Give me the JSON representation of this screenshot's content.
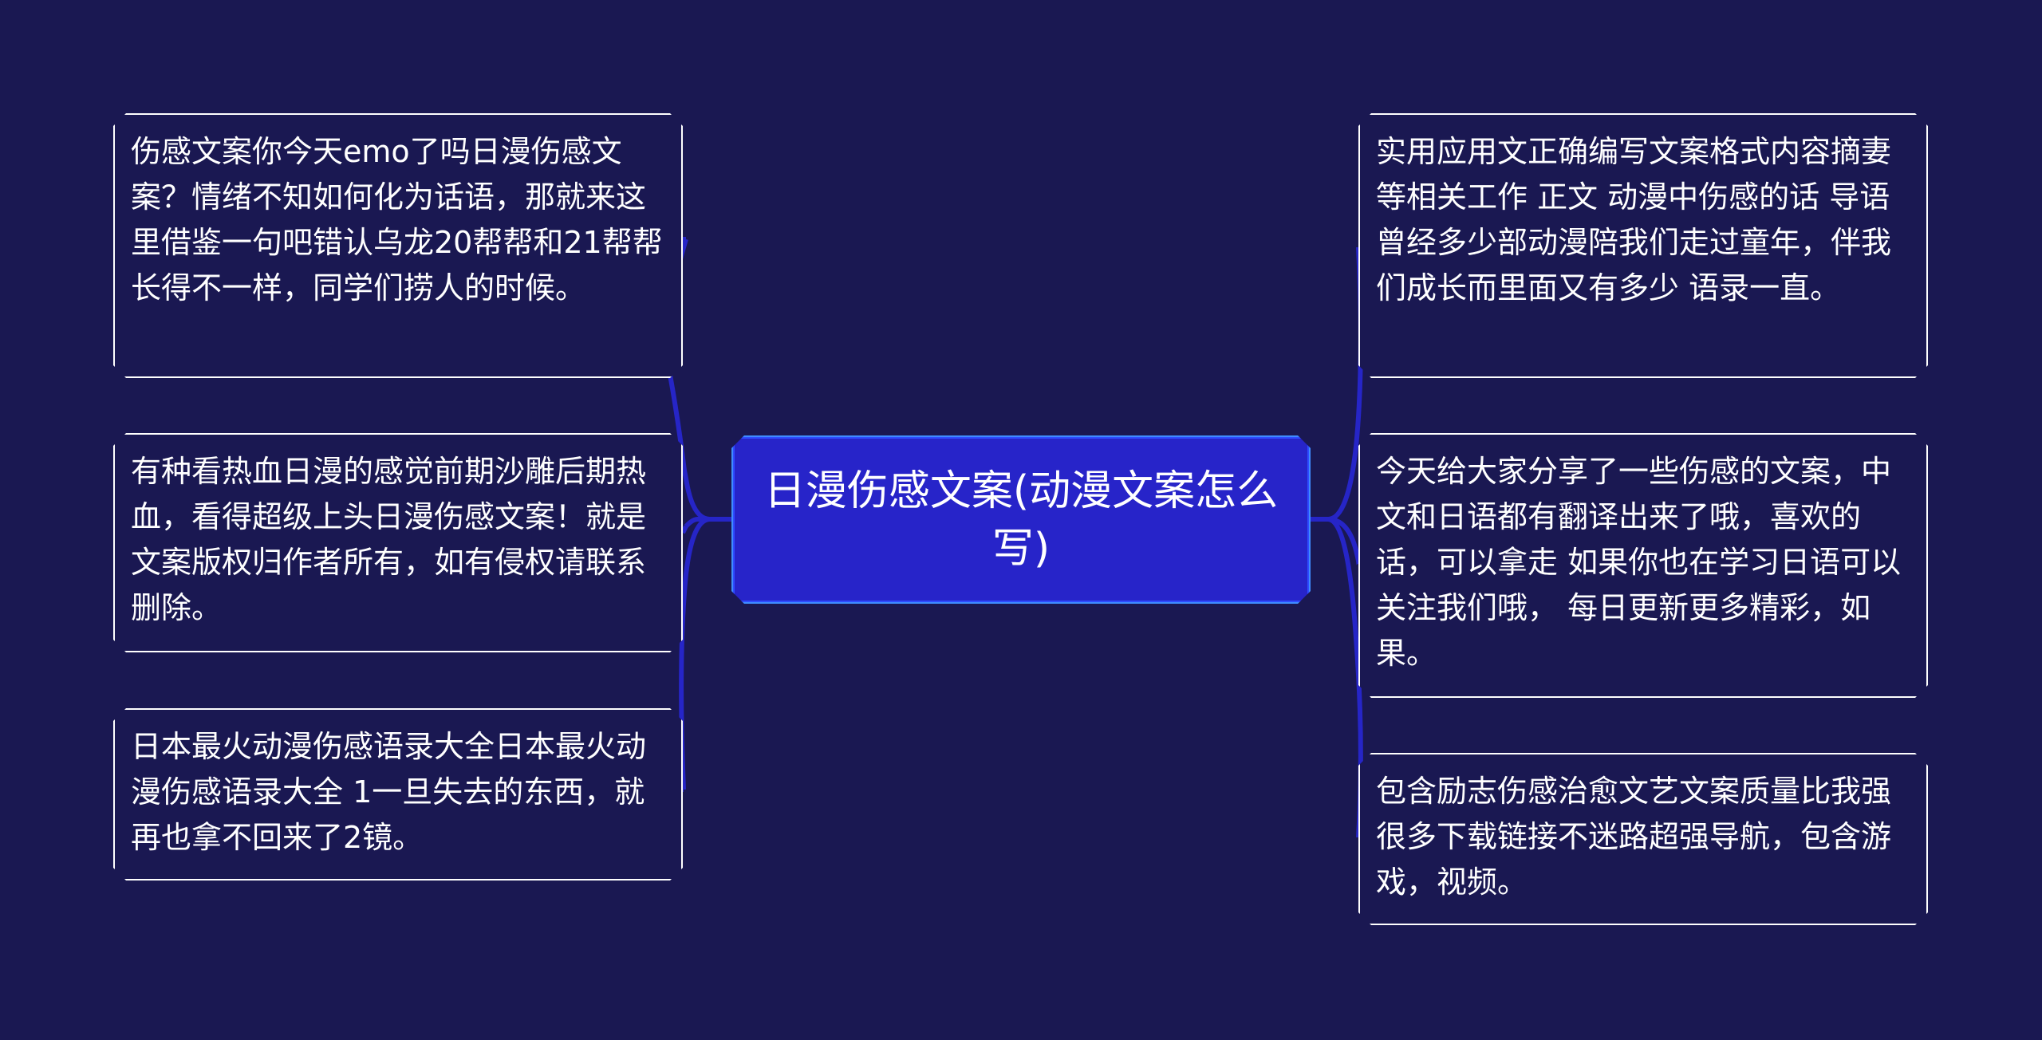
{
  "colors": {
    "background": "#1a1852",
    "center_fill": "#2724c9",
    "center_border": "#3f8cff",
    "connector": "#2625c7",
    "node_border": "#ffffff",
    "text": "#ffffff"
  },
  "center": {
    "label": "日漫伤感文案(动漫文案怎么写)"
  },
  "left_nodes": [
    {
      "text": "伤感文案你今天emo了吗日漫伤感文案？情绪不知如何化为话语，那就来这里借鉴一句吧错认乌龙20帮帮和21帮帮长得不一样，同学们捞人的时候。"
    },
    {
      "text": "有种看热血日漫的感觉前期沙雕后期热血，看得超级上头日漫伤感文案！就是 文案版权归作者所有，如有侵权请联系删除。"
    },
    {
      "text": "日本最火动漫伤感语录大全日本最火动漫伤感语录大全 1一旦失去的东西，就再也拿不回来了2镜。"
    }
  ],
  "right_nodes": [
    {
      "text": "实用应用文正确编写文案格式内容摘妻等相关工作 正文 动漫中伤感的话 导语曾经多少部动漫陪我们走过童年，伴我们成长而里面又有多少 语录一直。"
    },
    {
      "text": "今天给大家分享了一些伤感的文案，中文和日语都有翻译出来了哦，喜欢的话，可以拿走 如果你也在学习日语可以关注我们哦， 每日更新更多精彩，如果。"
    },
    {
      "text": "包含励志伤感治愈文艺文案质量比我强很多下载链接不迷路超强导航，包含游戏，视频。"
    }
  ]
}
